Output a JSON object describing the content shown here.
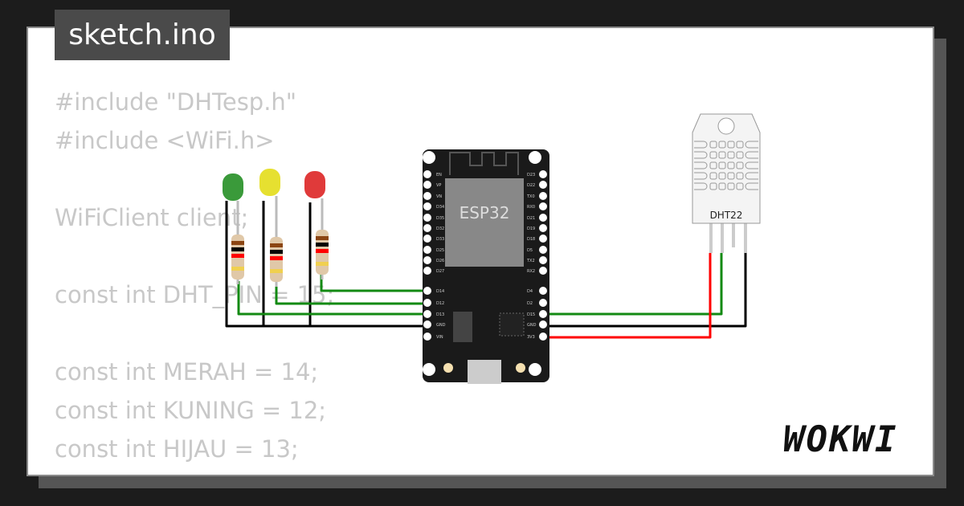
{
  "title": "sketch.ino",
  "code_lines": [
    "#include \"DHTesp.h\"",
    "#include <WiFi.h>",
    "",
    "WiFiClient client;",
    "",
    "const int DHT_PIN = 15;",
    "",
    "const int MERAH = 14;",
    "const int KUNING = 12;",
    "const int HIJAU = 13;"
  ],
  "board": {
    "label": "ESP32",
    "left_pins": [
      "EN",
      "VP",
      "VN",
      "D34",
      "D35",
      "D32",
      "D33",
      "D25",
      "D26",
      "D27",
      "D14",
      "D12",
      "D13",
      "GND",
      "VIN"
    ],
    "right_pins": [
      "D23",
      "D22",
      "TX0",
      "RX0",
      "D21",
      "D19",
      "D18",
      "D5",
      "TX2",
      "RX2",
      "D4",
      "D2",
      "D15",
      "GND",
      "3V3"
    ]
  },
  "sensor": {
    "label": "DHT22"
  },
  "leds": [
    {
      "color": "green",
      "hex": "#3a9a3a"
    },
    {
      "color": "yellow",
      "hex": "#e6e030"
    },
    {
      "color": "red",
      "hex": "#e03a3a"
    }
  ],
  "logo": "WOKWI",
  "colors": {
    "wire_green": "#138a13",
    "wire_red": "#ff0000",
    "wire_black": "#000000",
    "code_text": "#c8c8c8"
  }
}
